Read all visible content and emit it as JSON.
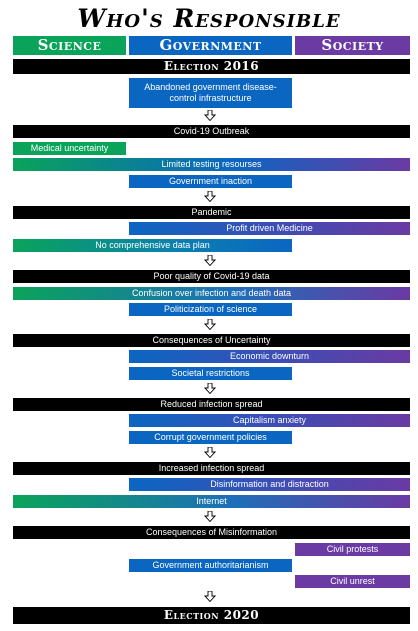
{
  "title": "Who's Responsible",
  "columns": {
    "science": "Science",
    "government": "Government",
    "society": "Society"
  },
  "colors": {
    "science": "#0aa35a",
    "government": "#0b66c2",
    "society": "#6b3aa3",
    "milestone": "#000000"
  },
  "milestones": {
    "election_2016": "Election 2016",
    "covid_outbreak": "Covid-19 Outbreak",
    "pandemic": "Pandemic",
    "poor_data": "Poor quality of Covid-19 data",
    "consequences_uncertainty": "Consequences of Uncertainty",
    "reduced_spread": "Reduced infection spread",
    "increased_spread": "Increased infection spread",
    "consequences_misinformation": "Consequences of Misinformation",
    "election_2020": "Election 2020"
  },
  "factors": {
    "abandoned_infrastructure": "Abandoned government disease-control infrastructure",
    "medical_uncertainty": "Medical uncertainty",
    "limited_testing": "Limited testing resourses",
    "government_inaction": "Government inaction",
    "profit_medicine": "Profit driven Medicine",
    "no_data_plan": "No comprehensive data plan",
    "confusion_data": "Confusion over infection and death data",
    "politicization": "Politicization of science",
    "economic_downturn": "Economic downturn",
    "societal_restrictions": "Societal restrictions",
    "capitalism_anxiety": "Capitalism anxiety",
    "corrupt_policies": "Corrupt government policies",
    "disinformation": "Disinformation and distraction",
    "internet": "Internet",
    "civil_protests": "Civil protests",
    "gov_authoritarianism": "Government authoritarianism",
    "civil_unrest": "Civil unrest"
  },
  "icons": {
    "flow_arrow": "down-arrow-icon"
  }
}
